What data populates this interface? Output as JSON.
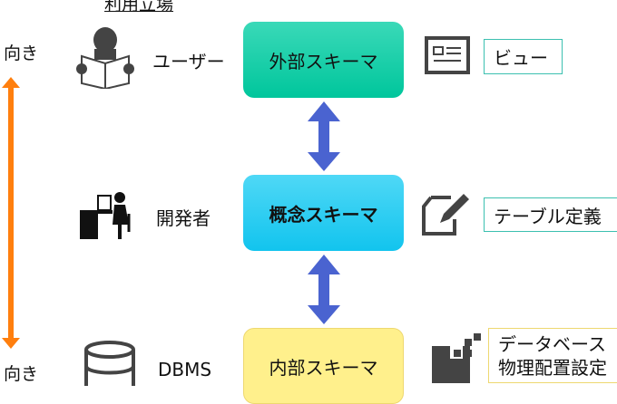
{
  "header": {
    "title": "利用立場"
  },
  "direction": {
    "top": "向き",
    "bottom": "向き",
    "arrow_color": "#ff7f0e"
  },
  "levels": [
    {
      "role": "ユーザー",
      "schema": "外部スキーマ",
      "item": "ビュー"
    },
    {
      "role": "開発者",
      "schema": "概念スキーマ",
      "item": "テーブル定義"
    },
    {
      "role": "DBMS",
      "schema": "内部スキーマ",
      "item_lines": [
        "データベース",
        "物理配置設定"
      ]
    }
  ]
}
